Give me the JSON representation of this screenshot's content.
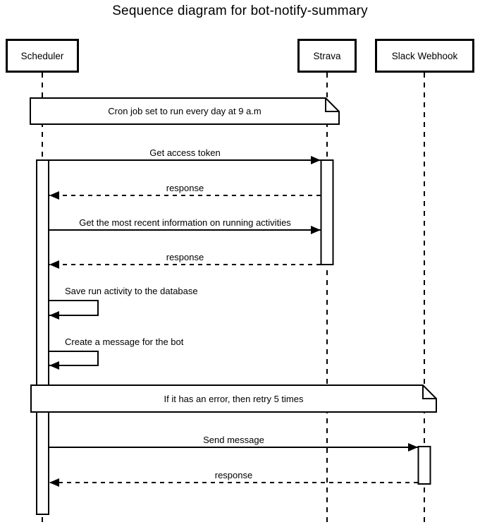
{
  "title": "Sequence diagram for bot-notify-summary",
  "actors": [
    {
      "id": "scheduler",
      "label": "Scheduler"
    },
    {
      "id": "strava",
      "label": "Strava"
    },
    {
      "id": "slack-webhook",
      "label": "Slack Webhook"
    }
  ],
  "notes": [
    {
      "over": [
        "Scheduler",
        "Strava"
      ],
      "text": "Cron job set to run every day at 9 a.m"
    },
    {
      "over": [
        "Scheduler",
        "Slack Webhook"
      ],
      "text": "If it has an error, then retry 5 times"
    }
  ],
  "messages": [
    {
      "from": "Scheduler",
      "to": "Strava",
      "style": "solid",
      "text": "Get access token"
    },
    {
      "from": "Strava",
      "to": "Scheduler",
      "style": "dashed",
      "text": "response"
    },
    {
      "from": "Scheduler",
      "to": "Strava",
      "style": "solid",
      "text": "Get the most recent information on running activities"
    },
    {
      "from": "Strava",
      "to": "Scheduler",
      "style": "dashed",
      "text": "response"
    },
    {
      "from": "Scheduler",
      "to": "Scheduler",
      "style": "self",
      "text": "Save run activity to the database"
    },
    {
      "from": "Scheduler",
      "to": "Scheduler",
      "style": "self",
      "text": "Create a message for the bot"
    },
    {
      "from": "Scheduler",
      "to": "Slack Webhook",
      "style": "solid",
      "text": "Send message"
    },
    {
      "from": "Slack Webhook",
      "to": "Scheduler",
      "style": "dashed",
      "text": "response"
    }
  ],
  "colors": {
    "stroke": "#000000",
    "fill": "#ffffff"
  }
}
